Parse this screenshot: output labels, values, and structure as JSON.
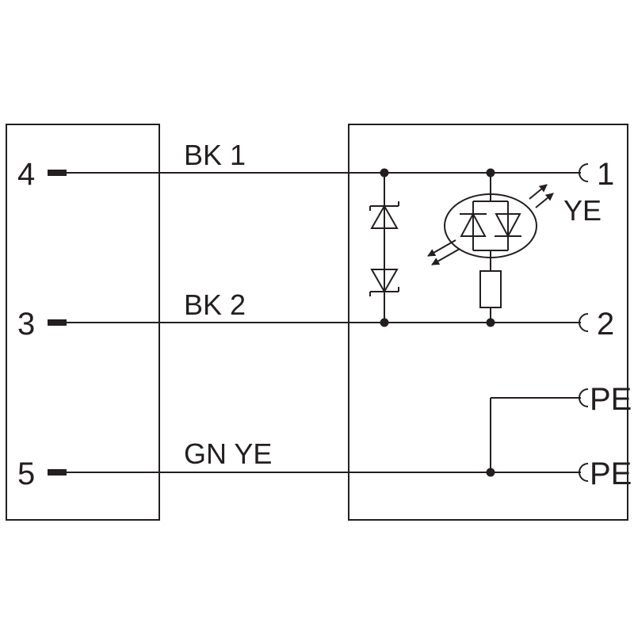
{
  "left_pins": [
    {
      "number": "4"
    },
    {
      "number": "3"
    },
    {
      "number": "5"
    }
  ],
  "wires": [
    {
      "label": "BK 1"
    },
    {
      "label": "BK 2"
    },
    {
      "label": "GN YE"
    }
  ],
  "right_terminals": [
    {
      "label": "1"
    },
    {
      "label": "2"
    },
    {
      "label": "PE"
    },
    {
      "label": "PE"
    }
  ],
  "led_label": "YE",
  "colors": {
    "line": "#231f20",
    "background": "#ffffff"
  }
}
